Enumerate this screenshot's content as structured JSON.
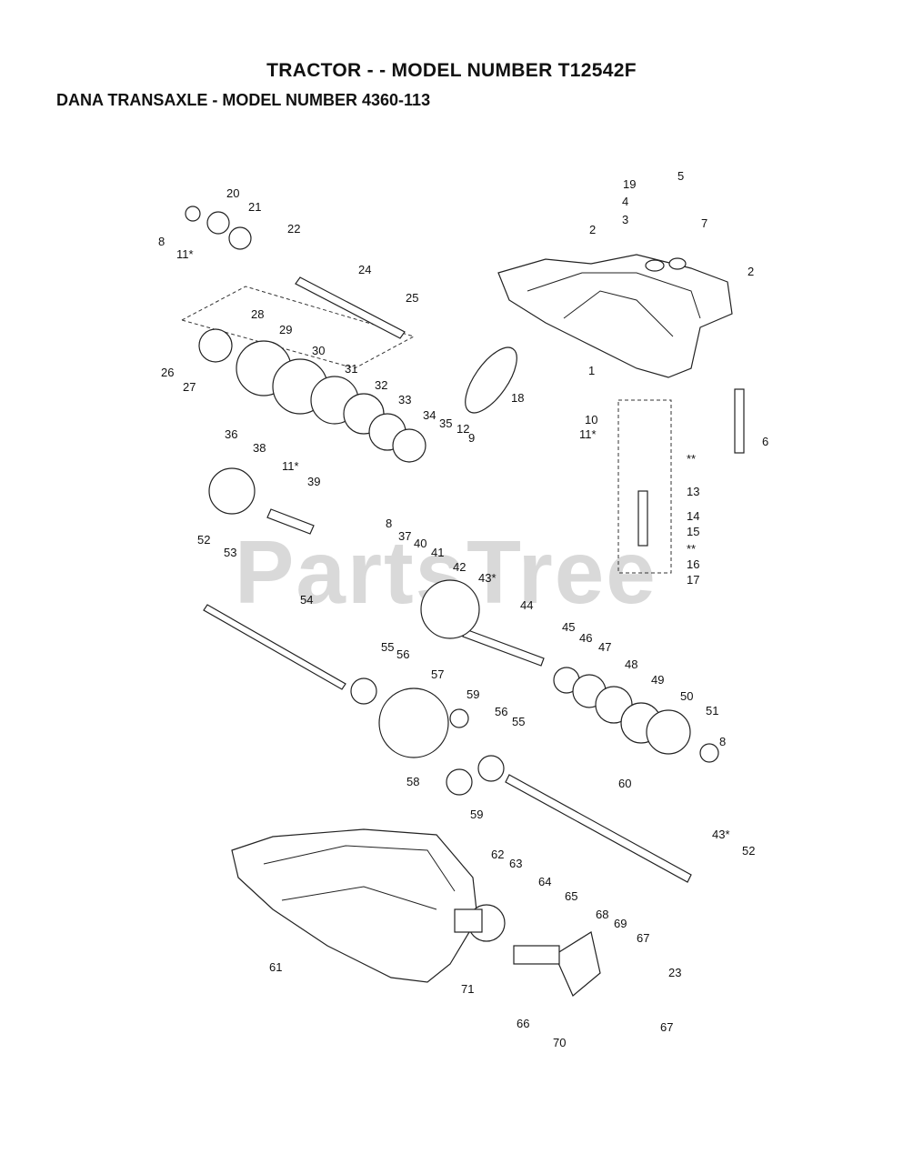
{
  "header": {
    "title": "TRACTOR - - MODEL NUMBER T12542F",
    "subtitle": "DANA TRANSAXLE - MODEL NUMBER 4360-113"
  },
  "watermark": "PartsTree",
  "callouts": [
    "1",
    "2",
    "2",
    "3",
    "4",
    "5",
    "6",
    "7",
    "8",
    "8",
    "8",
    "9",
    "10",
    "11*",
    "11*",
    "11*",
    "12",
    "13",
    "14",
    "15",
    "16",
    "17",
    "18",
    "19",
    "20",
    "21",
    "22",
    "23",
    "24",
    "25",
    "26",
    "27",
    "28",
    "29",
    "30",
    "31",
    "32",
    "33",
    "34",
    "35",
    "36",
    "37",
    "38",
    "39",
    "40",
    "41",
    "42",
    "43*",
    "43*",
    "44",
    "45",
    "46",
    "47",
    "48",
    "49",
    "50",
    "51",
    "52",
    "52",
    "53",
    "54",
    "55",
    "55",
    "56",
    "56",
    "57",
    "58",
    "59",
    "59",
    "60",
    "61",
    "62",
    "63",
    "64",
    "65",
    "66",
    "67",
    "67",
    "68",
    "69",
    "70",
    "71",
    "**",
    "**"
  ]
}
